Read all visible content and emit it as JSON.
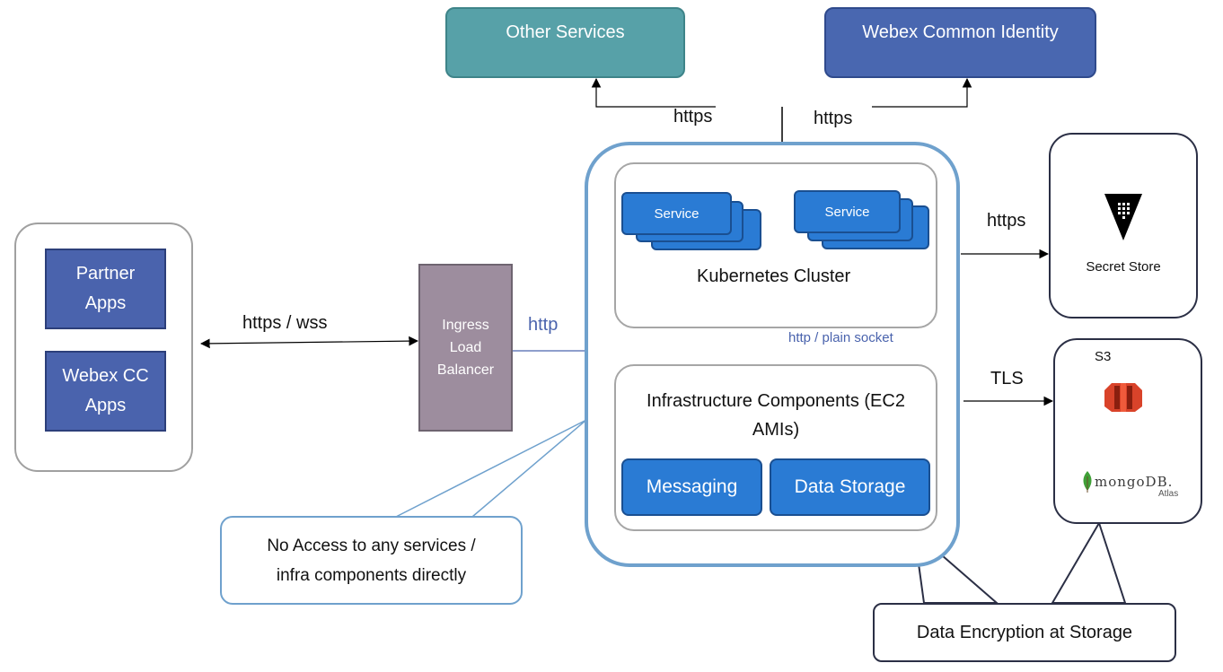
{
  "top": {
    "other_services": "Other Services",
    "webex_common_identity": "Webex Common Identity",
    "https_left": "https",
    "https_right": "https"
  },
  "clients": {
    "partner_apps": [
      "Partner",
      "Apps"
    ],
    "webex_cc_apps": [
      "Webex CC",
      "Apps"
    ],
    "connection_label": "https / wss"
  },
  "ingress": {
    "lines": [
      "Ingress",
      "Load",
      "Balancer"
    ],
    "http_label": "http"
  },
  "kubernetes": {
    "service_label_1": "Service",
    "service_label_2": "Service",
    "cluster_label": "Kubernetes Cluster",
    "downlink_label": "http / plain socket"
  },
  "infrastructure": {
    "title_line1": "Infrastructure Components (EC2",
    "title_line2": "AMIs)",
    "messaging": "Messaging",
    "data_storage": "Data Storage"
  },
  "external": {
    "https_label": "https",
    "secret_store": "Secret Store",
    "tls_label": "TLS",
    "s3_label": "S3",
    "mongodb_logo": "mongoDB.",
    "mongodb_atlas": "Atlas"
  },
  "callouts": {
    "no_access_line1": "No Access to any services /",
    "no_access_line2": "infra components directly",
    "data_encryption": "Data Encryption at Storage"
  },
  "colors": {
    "teal": "#57a1a8",
    "indigo": "#4967b0",
    "service_blue": "#2a7bd4",
    "outer_border": "#6fa1cd",
    "ingress": "#9d8d9e",
    "link_text": "#4a63ad"
  }
}
